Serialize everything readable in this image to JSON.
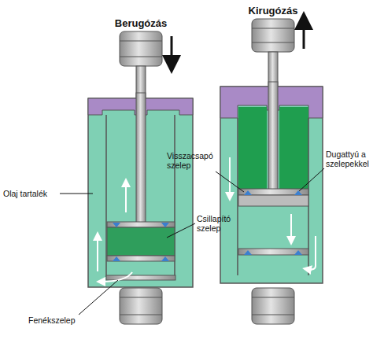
{
  "diagram": {
    "labels": [
      "Berugózás",
      "Kirugózás",
      "Olaj tartalék",
      "Csillapító szelep",
      "Fenékszelep",
      "Visszacsapó szelep",
      "Dugattyú a szelepekkel"
    ]
  }
}
